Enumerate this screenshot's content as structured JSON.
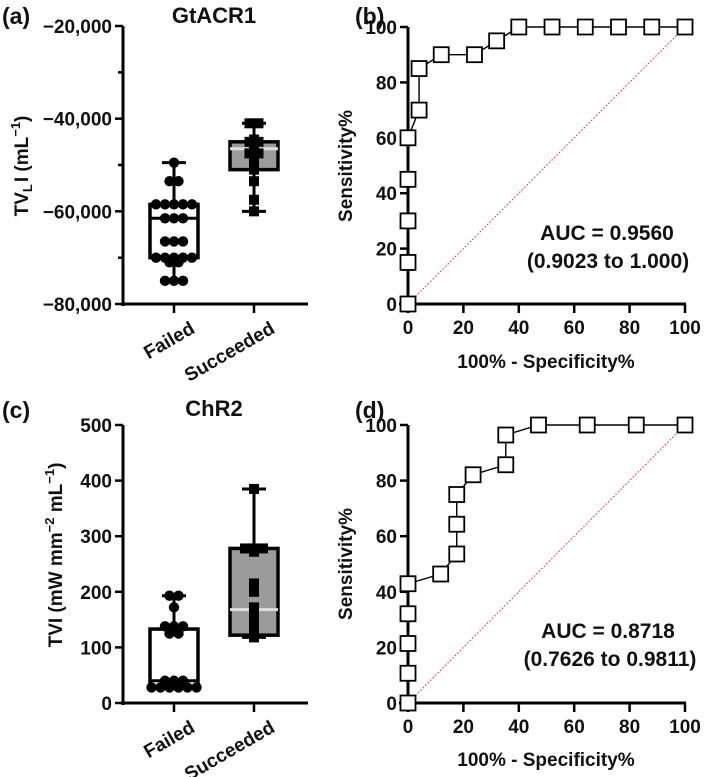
{
  "chart_data": [
    {
      "panel": "(a)",
      "type": "box",
      "title": "GtACR1",
      "xlabel": "",
      "ylabel": "TV_L I (mL^-1)",
      "ylabel_main": "TV",
      "ylabel_sub": "L",
      "ylabel_rest": "I (mL",
      "ylabel_sup": "−1",
      "ylim": [
        -80000,
        -20000
      ],
      "yticks": [
        "-20,000",
        "-40,000",
        "-60,000",
        "-80,000"
      ],
      "ytick_labels": [
        "−20,000",
        "−40,000",
        "−60,000",
        "−80,000"
      ],
      "categories": [
        "Failed",
        "Succeeded"
      ],
      "boxes": [
        {
          "name": "Failed",
          "min": -75000,
          "q1": -70000,
          "median": -61500,
          "q3": -58500,
          "max": -49500,
          "fill": "#ffffff",
          "points": [
            -49500,
            -53500,
            -53500,
            -58500,
            -58500,
            -58500,
            -58500,
            -58500,
            -61500,
            -61500,
            -61500,
            -66500,
            -66500,
            -66500,
            -70000,
            -70000,
            -70000,
            -70000,
            -70000,
            -71000,
            -71000,
            -75000,
            -75000,
            -75000
          ]
        },
        {
          "name": "Succeeded",
          "min": -60000,
          "q1": -51000,
          "median": -46500,
          "q3": -45000,
          "max": -41000,
          "fill": "#9b9b9b",
          "points": [
            -41000,
            -41000,
            -44500,
            -45000,
            -45000,
            -46500,
            -47500,
            -47500,
            -49000,
            -50500,
            -51000,
            -53500,
            -57500,
            -60000
          ]
        }
      ]
    },
    {
      "panel": "(b)",
      "type": "line",
      "title": "",
      "xlabel": "100% - Specificity%",
      "ylabel": "Sensitivity%",
      "xlim": [
        0,
        100
      ],
      "ylim": [
        0,
        100
      ],
      "xticks": [
        "0",
        "20",
        "40",
        "60",
        "80",
        "100"
      ],
      "yticks": [
        "0",
        "20",
        "40",
        "60",
        "80",
        "100"
      ],
      "series": [
        {
          "name": "ROC",
          "x": [
            0,
            0,
            0,
            0,
            0,
            4,
            4,
            12,
            24,
            32,
            40,
            52,
            64,
            76,
            88,
            100
          ],
          "y": [
            0,
            15,
            30,
            45,
            60,
            70,
            85,
            90,
            90,
            95,
            100,
            100,
            100,
            100,
            100,
            100
          ]
        },
        {
          "name": "Reference",
          "x": [
            0,
            100
          ],
          "y": [
            0,
            100
          ],
          "color": "#e8413c",
          "style": "dotted"
        }
      ],
      "annotation_line1": "AUC = 0.9560",
      "annotation_line2": "(0.9023 to 1.000)"
    },
    {
      "panel": "(c)",
      "type": "box",
      "title": "ChR2",
      "xlabel": "",
      "ylabel": "TVI (mW mm^-2 mL^-1)",
      "ylabel_a": "TVI (mW mm",
      "ylabel_sup1": "−2",
      "ylabel_b": " mL",
      "ylabel_sup2": "−1",
      "ylim": [
        0,
        500
      ],
      "yticks": [
        "0",
        "100",
        "200",
        "300",
        "400",
        "500"
      ],
      "categories": [
        "Failed",
        "Succeeded"
      ],
      "boxes": [
        {
          "name": "Failed",
          "min": 28,
          "q1": 28,
          "median": 40,
          "q3": 133,
          "max": 193,
          "fill": "#ffffff",
          "points": [
            193,
            193,
            172,
            138,
            138,
            138,
            125,
            125,
            40,
            40,
            40,
            28,
            28,
            28,
            28,
            28,
            28
          ]
        },
        {
          "name": "Succeeded",
          "min": 118,
          "q1": 122,
          "median": 168,
          "q3": 278,
          "max": 385,
          "fill": "#9b9b9b",
          "points": [
            385,
            278,
            278,
            278,
            272,
            215,
            200,
            172,
            160,
            150,
            145,
            130,
            125,
            122,
            118
          ]
        }
      ]
    },
    {
      "panel": "(d)",
      "type": "line",
      "title": "",
      "xlabel": "100% - Specificity%",
      "ylabel": "Sensitivity%",
      "xlim": [
        0,
        100
      ],
      "ylim": [
        0,
        100
      ],
      "xticks": [
        "0",
        "20",
        "40",
        "60",
        "80",
        "100"
      ],
      "yticks": [
        "0",
        "20",
        "40",
        "60",
        "80",
        "100"
      ],
      "series": [
        {
          "name": "ROC",
          "x": [
            0,
            0,
            0,
            0,
            0,
            11.8,
            17.6,
            17.6,
            17.6,
            23.5,
            35.3,
            35.3,
            47.1,
            64.7,
            82.4,
            100
          ],
          "y": [
            0,
            10.7,
            21.4,
            32.1,
            42.9,
            46.4,
            53.6,
            64.3,
            75,
            82.1,
            85.7,
            96.4,
            100,
            100,
            100,
            100
          ]
        },
        {
          "name": "Reference",
          "x": [
            0,
            100
          ],
          "y": [
            0,
            100
          ],
          "color": "#e8413c",
          "style": "dotted"
        }
      ],
      "annotation_line1": "AUC = 0.8718",
      "annotation_line2": "(0.7626 to 0.9811)"
    }
  ]
}
